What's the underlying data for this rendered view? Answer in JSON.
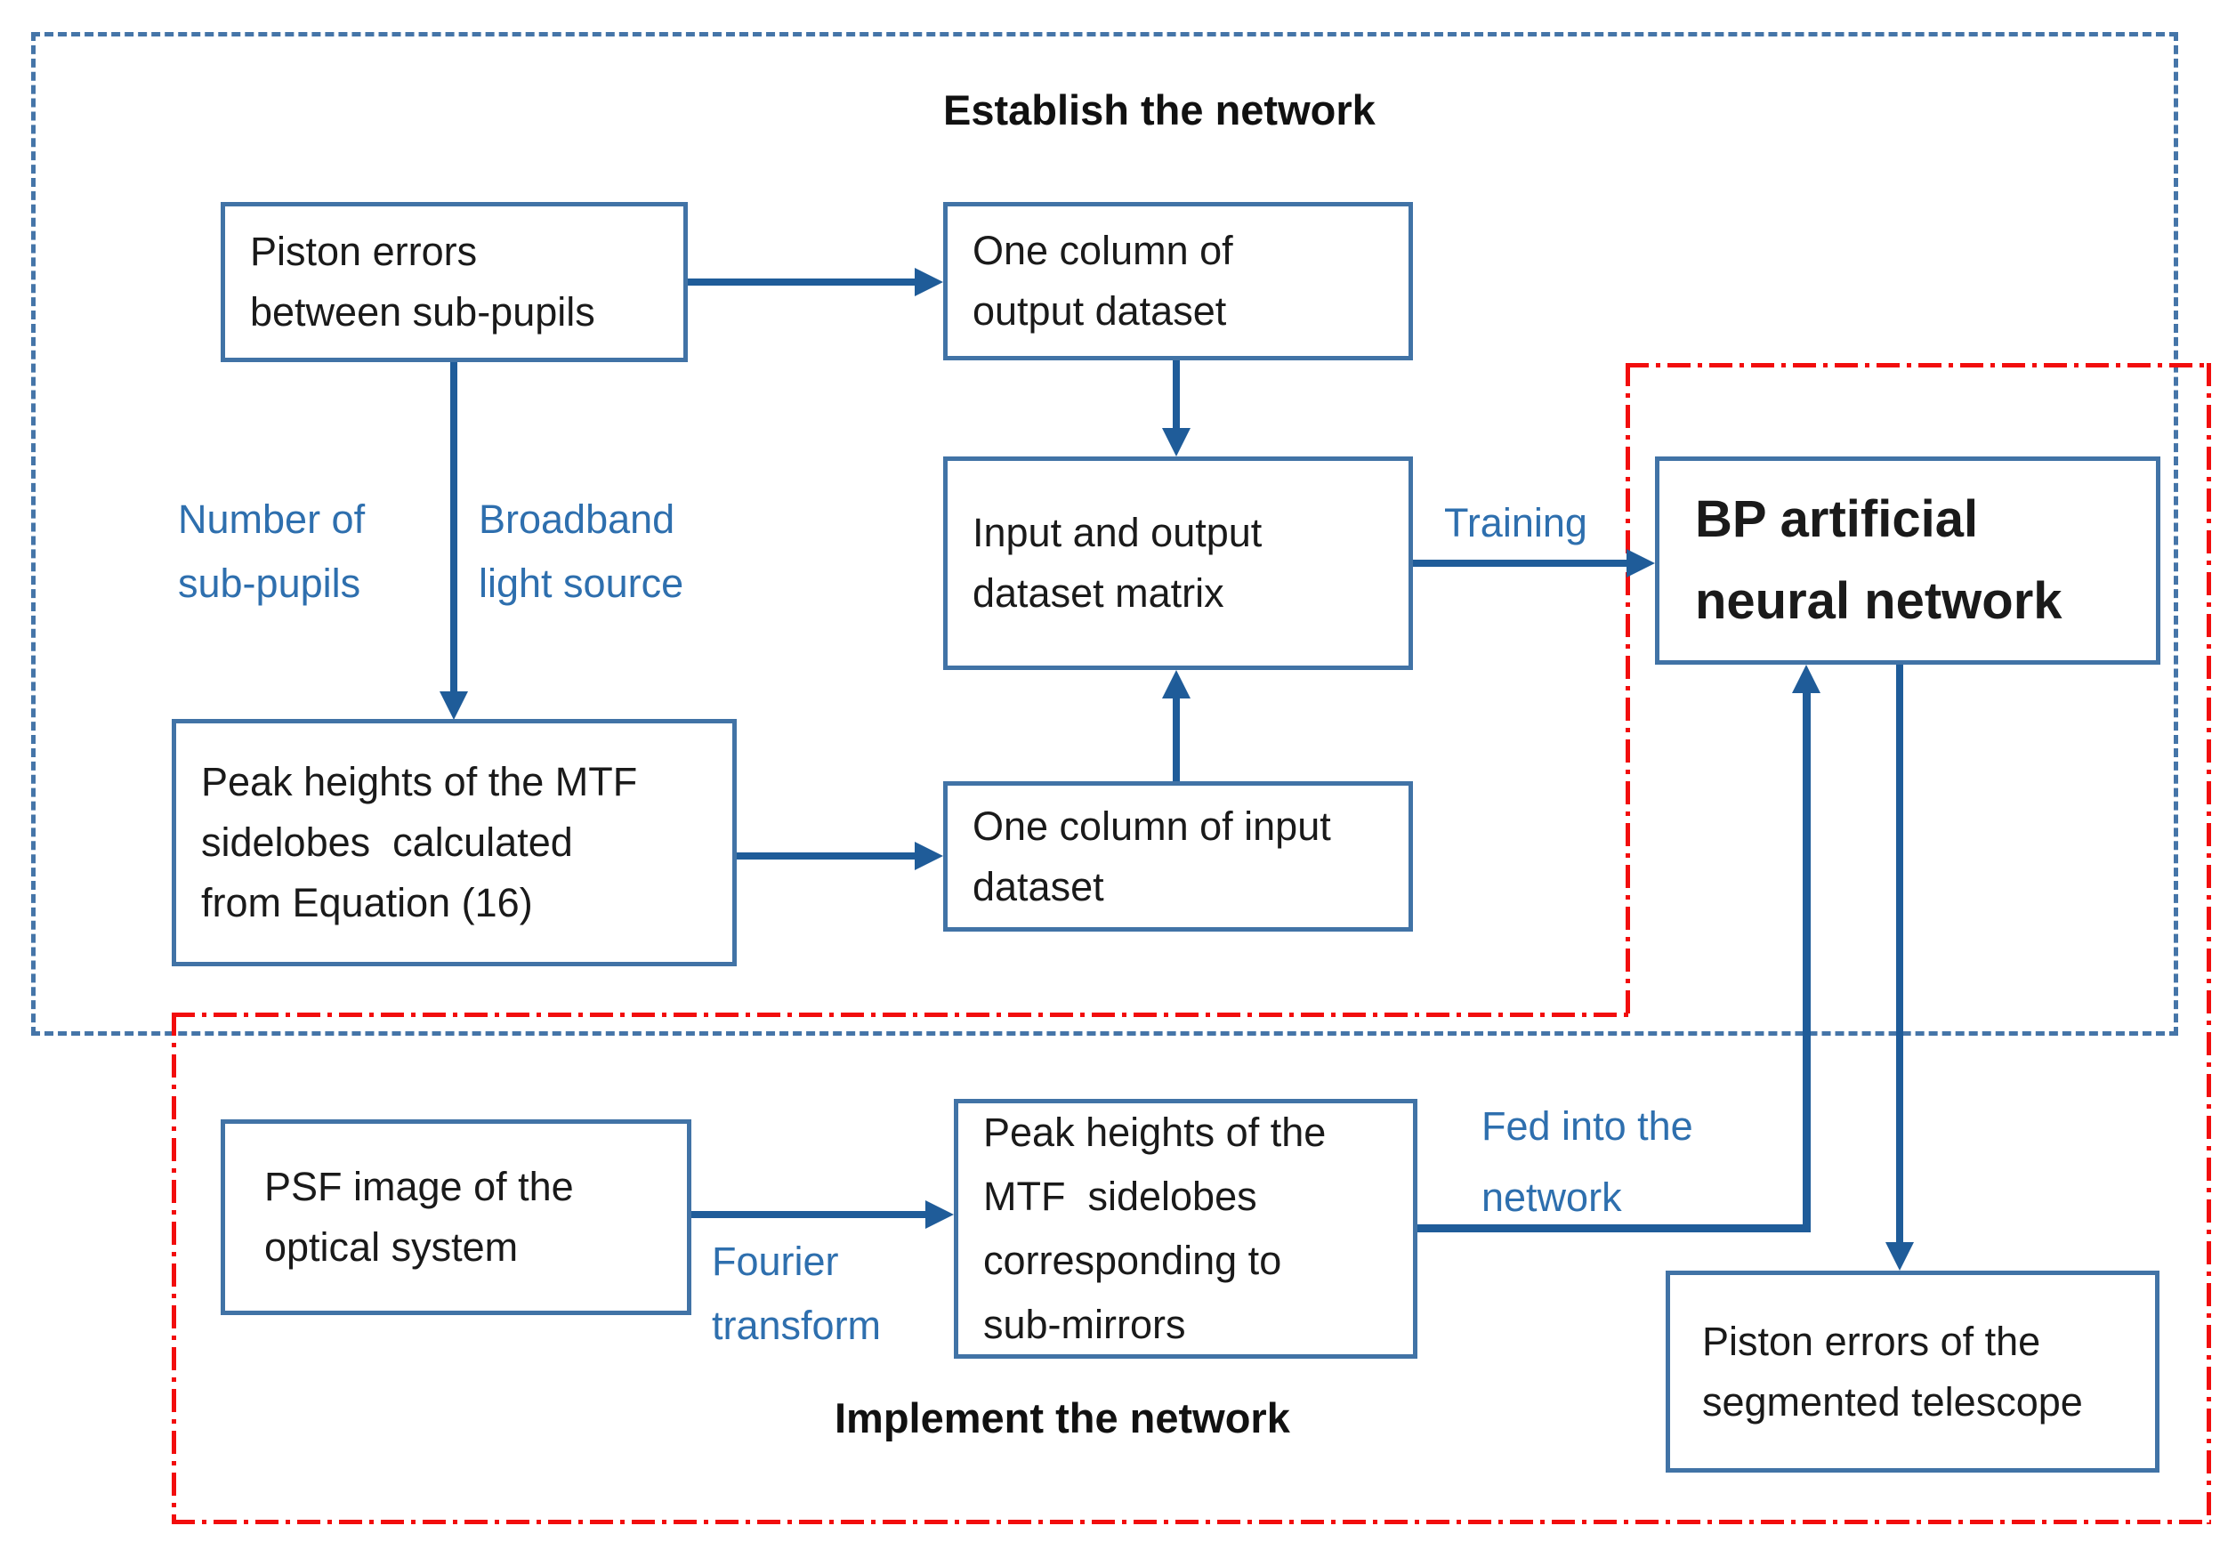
{
  "titles": {
    "establish": "Establish the network",
    "implement": "Implement the network"
  },
  "boxes": {
    "piston_errors": {
      "text": "Piston errors\nbetween sub-pupils"
    },
    "output_column": {
      "text": "One column of\noutput dataset"
    },
    "dataset_matrix": {
      "text": "Input and output\ndataset matrix"
    },
    "bp_network": {
      "text": "BP artificial\nneural network"
    },
    "mtf_equation": {
      "text": "Peak heights of the MTF\nsidelobes  calculated\nfrom Equation (16)"
    },
    "input_column": {
      "text": "One column of input\ndataset"
    },
    "psf_image": {
      "text": "PSF image of the\noptical system"
    },
    "mtf_submirrors": {
      "text": "Peak heights of the\nMTF  sidelobes\ncorresponding to\nsub-mirrors"
    },
    "telescope_piston": {
      "text": "Piston errors of the\nsegmented telescope"
    }
  },
  "labels": {
    "number_subpupils": "Number of\nsub-pupils",
    "broadband_source": "Broadband\nlight source",
    "training": "Training",
    "fourier_transform": "Fourier\ntransform",
    "fed_into_network": "Fed into the\nnetwork"
  },
  "colors": {
    "box_border": "#4173a6",
    "arrow": "#1f5c99",
    "blue_text": "#2e6fae",
    "dashed_blue": "#4575a8",
    "dashed_red": "#f20d0d",
    "title_text": "#111111"
  }
}
